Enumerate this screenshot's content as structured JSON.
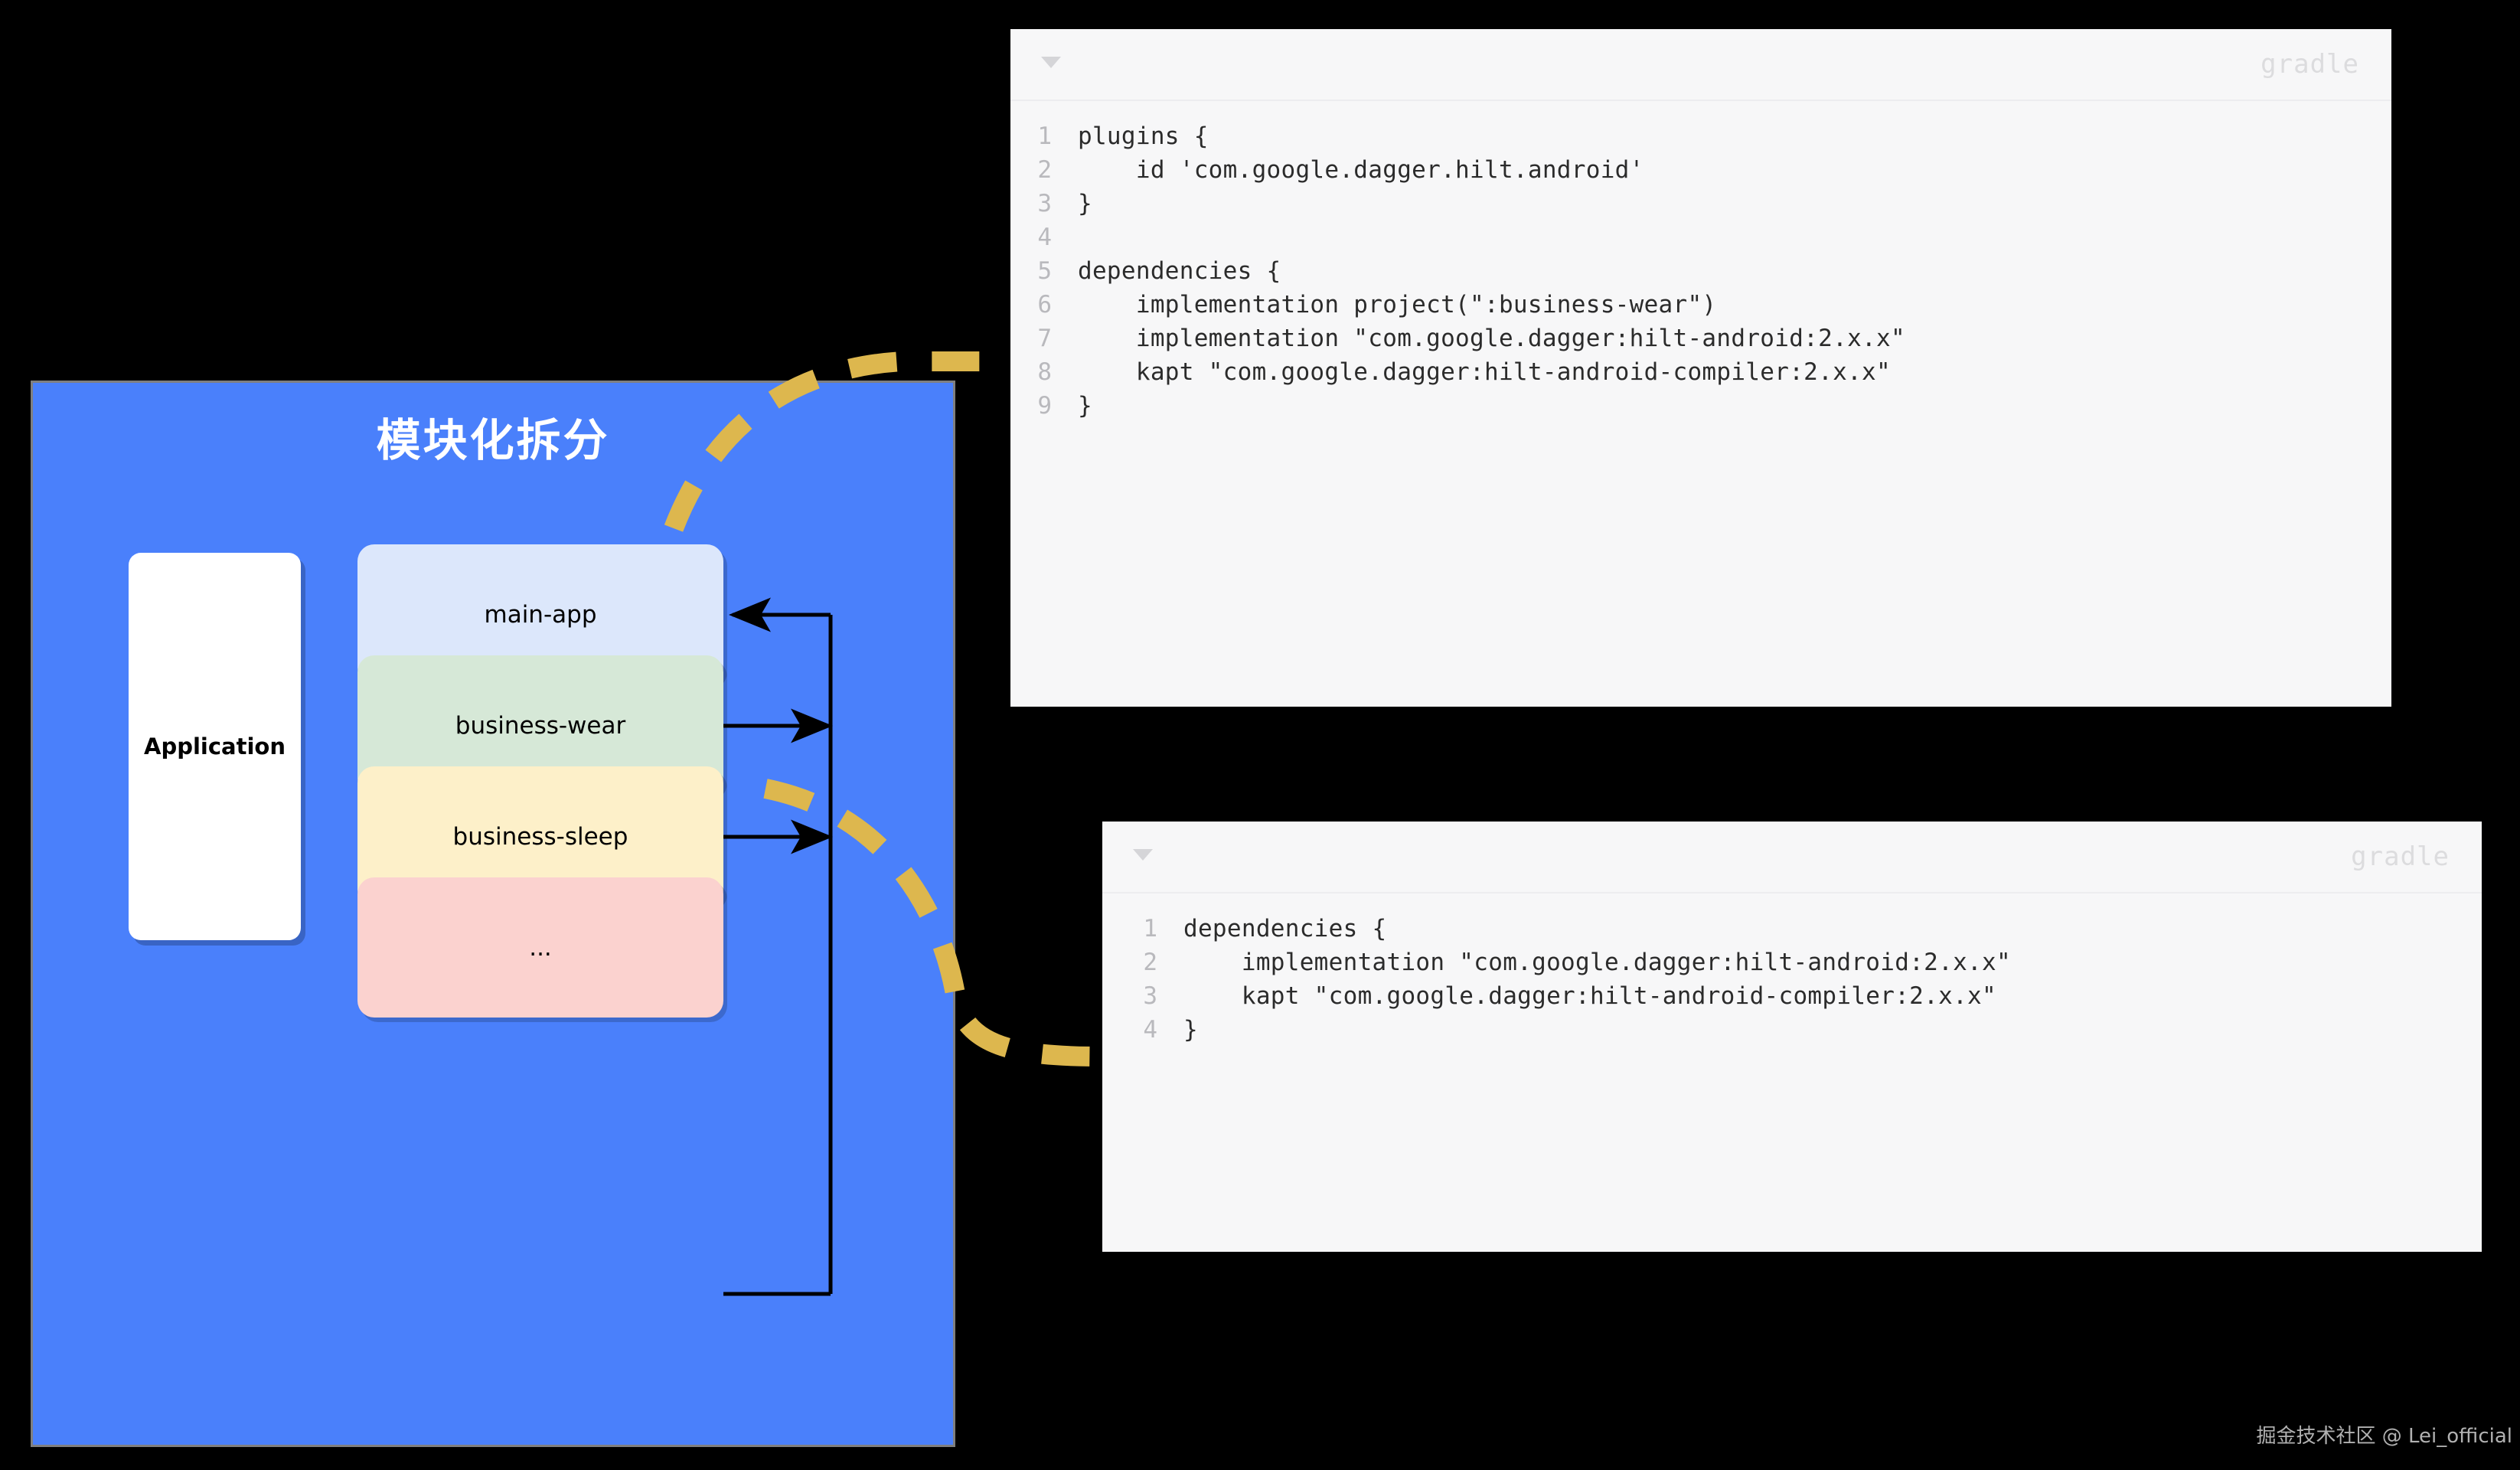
{
  "diagram": {
    "title": "模块化拆分",
    "application_box": {
      "label": "Application"
    },
    "modules": [
      {
        "label": "main-app",
        "color": "#dce7fb"
      },
      {
        "label": "business-wear",
        "color": "#d6e8d7"
      },
      {
        "label": "business-sleep",
        "color": "#fdf0c9"
      },
      {
        "label": "...",
        "color": "#fbd2cf"
      }
    ],
    "panel_color": "#4a80fb",
    "accent_dash_color": "#ddb74e"
  },
  "code_panels": [
    {
      "language_label": "gradle",
      "caret": "chevron-down-icon",
      "lines": [
        {
          "no": "1",
          "text": "plugins {"
        },
        {
          "no": "2",
          "text": "    id 'com.google.dagger.hilt.android'"
        },
        {
          "no": "3",
          "text": "}"
        },
        {
          "no": "4",
          "text": ""
        },
        {
          "no": "5",
          "text": "dependencies {"
        },
        {
          "no": "6",
          "text": "    implementation project(\":business-wear\")"
        },
        {
          "no": "7",
          "text": "    implementation \"com.google.dagger:hilt-android:2.x.x\""
        },
        {
          "no": "8",
          "text": "    kapt \"com.google.dagger:hilt-android-compiler:2.x.x\""
        },
        {
          "no": "9",
          "text": "}"
        }
      ]
    },
    {
      "language_label": "gradle",
      "caret": "chevron-down-icon",
      "lines": [
        {
          "no": "1",
          "text": "dependencies {"
        },
        {
          "no": "2",
          "text": "    implementation \"com.google.dagger:hilt-android:2.x.x\""
        },
        {
          "no": "3",
          "text": "    kapt \"com.google.dagger:hilt-android-compiler:2.x.x\""
        },
        {
          "no": "4",
          "text": "}"
        }
      ]
    }
  ],
  "watermark": {
    "text": "掘金技术社区 @ Lei_official"
  }
}
